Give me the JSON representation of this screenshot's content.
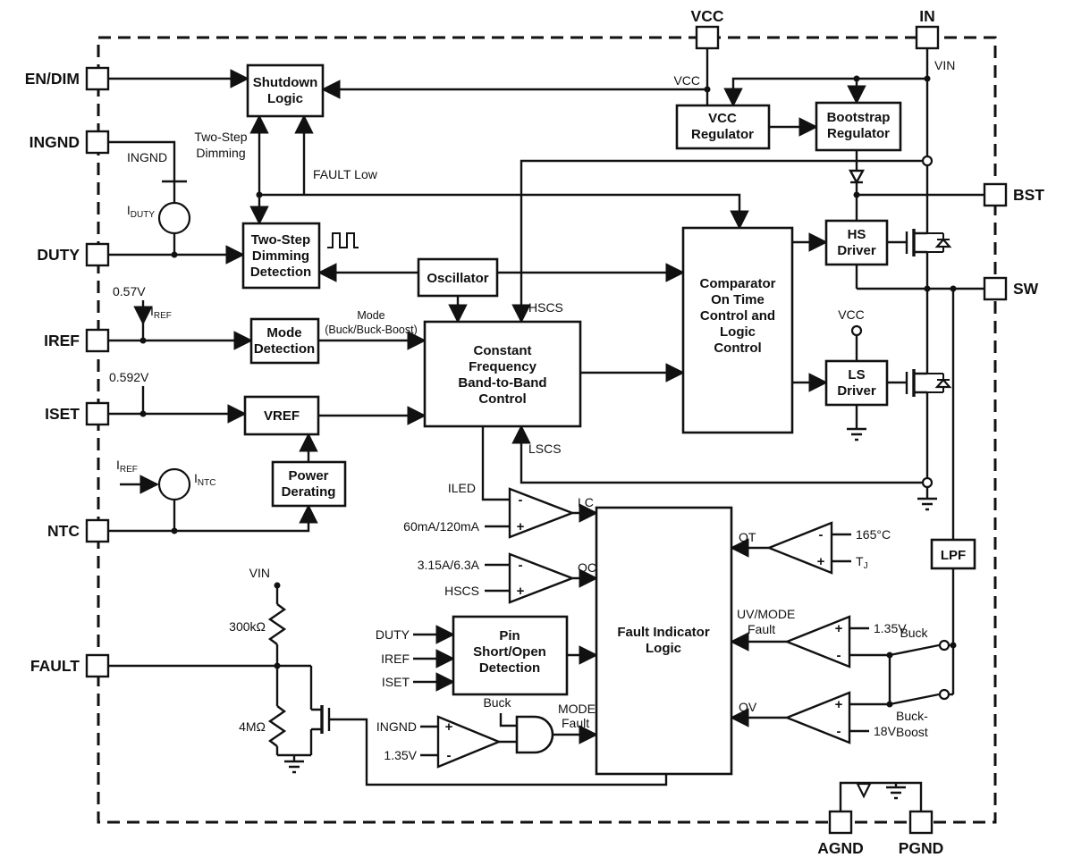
{
  "colors": {
    "ink": "#111111",
    "background": "#ffffff"
  },
  "pins": {
    "en_dim": "EN/DIM",
    "ingnd": "INGND",
    "duty": "DUTY",
    "iref": "IREF",
    "iset": "ISET",
    "ntc": "NTC",
    "fault": "FAULT",
    "vcc": "VCC",
    "in": "IN",
    "bst": "BST",
    "sw": "SW",
    "agnd": "AGND",
    "pgnd": "PGND"
  },
  "blocks": {
    "shutdown": [
      "Shutdown",
      "Logic"
    ],
    "vcc_regulator": [
      "VCC",
      "Regulator"
    ],
    "bootstrap_regulator": [
      "Bootstrap",
      "Regulator"
    ],
    "two_step_detection": [
      "Two-Step",
      "Dimming",
      "Detection"
    ],
    "oscillator": [
      "Oscillator"
    ],
    "mode_detection": [
      "Mode",
      "Detection"
    ],
    "vref": [
      "VREF"
    ],
    "power_derating": [
      "Power",
      "Derating"
    ],
    "constant_frequency": [
      "Constant",
      "Frequency",
      "Band-to-Band",
      "Control"
    ],
    "comparator_control": [
      "Comparator",
      "On Time",
      "Control and",
      "Logic",
      "Control"
    ],
    "hs_driver": [
      "HS",
      "Driver"
    ],
    "ls_driver": [
      "LS",
      "Driver"
    ],
    "fault_logic": [
      "Fault Indicator",
      "Logic"
    ],
    "pin_short_detection": [
      "Pin",
      "Short/Open",
      "Detection"
    ],
    "lpf": [
      "LPF"
    ]
  },
  "labels": {
    "vin_top": "VIN",
    "vcc_rail": "VCC",
    "two_step_line1": "Two-Step",
    "two_step_line2": "Dimming",
    "ingnd_node": "INGND",
    "fault_low": "FAULT Low",
    "hscs": "HSCS",
    "lscs": "LSCS",
    "mode_line1": "Mode",
    "mode_line2": "(Buck/Buck-Boost)",
    "ref_057": "0.57V",
    "ref_0592": "0.592V",
    "iled": "ILED",
    "led_current": "60mA/120mA",
    "oc_threshold": "3.15A/6.3A",
    "hscs_oc": "HSCS",
    "lc": "LC",
    "oc": "OC",
    "ot": "OT",
    "uv_line1": "UV/MODE",
    "uv_line2": "Fault",
    "ov": "OV",
    "temp_threshold": "165°C",
    "uv_threshold": "1.35V",
    "ov_threshold": "18V",
    "switch_buck": "Buck",
    "buck_boost_line1": "Buck-",
    "buck_boost_line2": "Boost",
    "vcc_ls_driver": "VCC",
    "vin_divider": "VIN",
    "r_300k": "300kΩ",
    "r_4m": "4MΩ",
    "ps_duty": "DUTY",
    "ps_iref": "IREF",
    "ps_iset": "ISET",
    "cmp_ingnd": "INGND",
    "cmp_135": "1.35V",
    "buck_gate": "Buck",
    "mode_fault_line1": "MODE",
    "mode_fault_line2": "Fault",
    "plus": "+",
    "minus": "-"
  },
  "sub_labels": {
    "i_duty": {
      "base": "I",
      "sub": "DUTY"
    },
    "i_ref": {
      "base": "I",
      "sub": "REF"
    },
    "i_ref_ntc": {
      "base": "I",
      "sub": "REF"
    },
    "i_ntc": {
      "base": "I",
      "sub": "NTC"
    },
    "t_j": {
      "base": "T",
      "sub": "J"
    }
  }
}
